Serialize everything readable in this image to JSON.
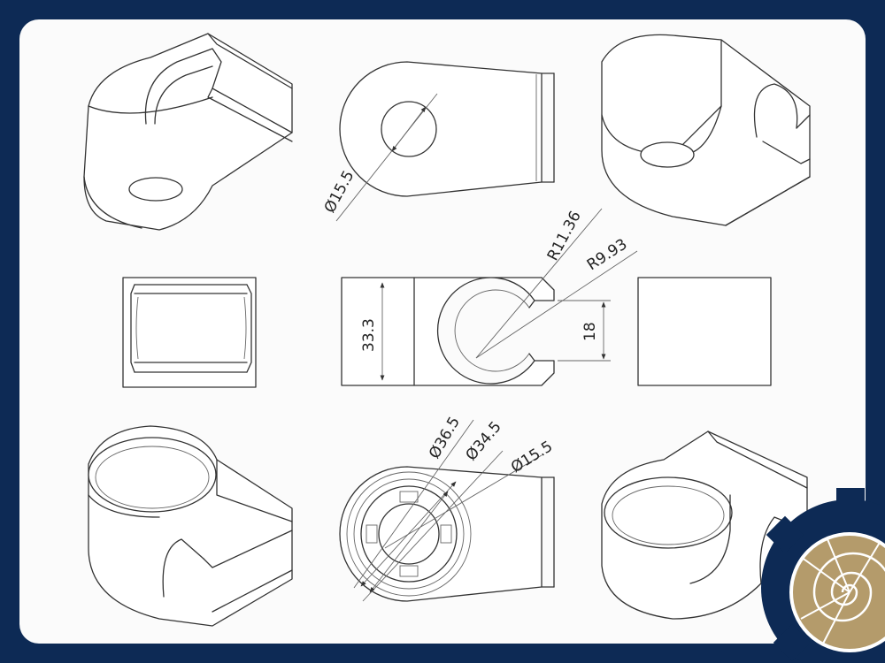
{
  "dimensions": {
    "top_hole_diameter": "Ø15.5",
    "outer_radius": "R11.36",
    "inner_radius": "R9.93",
    "height": "33.3",
    "slot_width": "18",
    "bore_outer_diameter": "Ø36.5",
    "bore_inner_diameter": "Ø34.5",
    "bottom_hole_diameter": "Ø15.5"
  },
  "logo": {
    "gear_color": "#0d2a55",
    "shell_color": "#b49b6b",
    "depicts": "nautilus-shell-gear-logo"
  },
  "colors": {
    "background": "#0d2a55",
    "sheet": "#fbfbfb",
    "lines": "#333333"
  }
}
